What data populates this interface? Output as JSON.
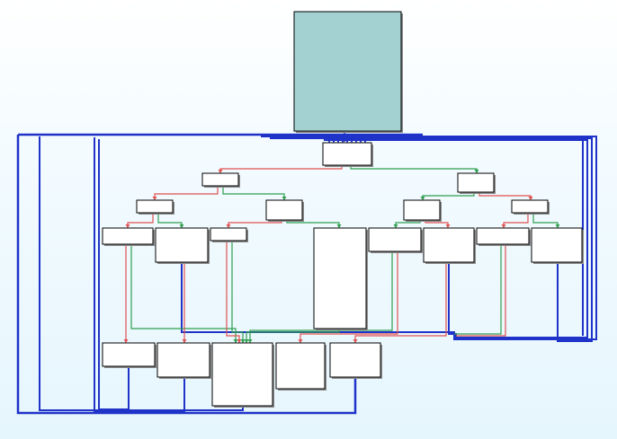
{
  "window": {
    "title": ""
  },
  "graph": {
    "colors": {
      "background_top": "#ffffff",
      "background_bottom": "#e6f6fd",
      "entry_block_fill": "#a3d1d1",
      "block_fill": "#ffffff",
      "edge_true": "#2e9e4f",
      "edge_false": "#e05050",
      "edge_unconditional": "#1f33c9"
    },
    "block_count": 24,
    "edge_types": [
      "conditional-true",
      "conditional-false",
      "unconditional-jump"
    ],
    "entry_block": {
      "label": ""
    }
  }
}
